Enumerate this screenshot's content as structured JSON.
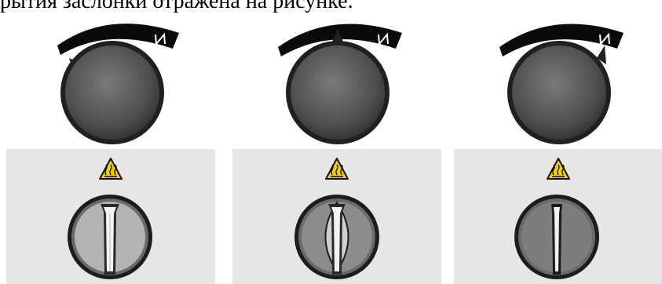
{
  "caption": "рытия заслонки отражена на рисунке.",
  "figures": [
    {
      "knob_position": "left",
      "damper_state": "open"
    },
    {
      "knob_position": "center",
      "damper_state": "half-open"
    },
    {
      "knob_position": "right",
      "damper_state": "closed"
    }
  ],
  "icons": {
    "scale_symbol": "lightning-bolt-icon",
    "warning_symbol": "hot-surface-warning-icon"
  },
  "colors": {
    "panel_background": "#e6e6e6",
    "knob_dark": "#2a2a2a",
    "warning_yellow": "#f5d000"
  }
}
